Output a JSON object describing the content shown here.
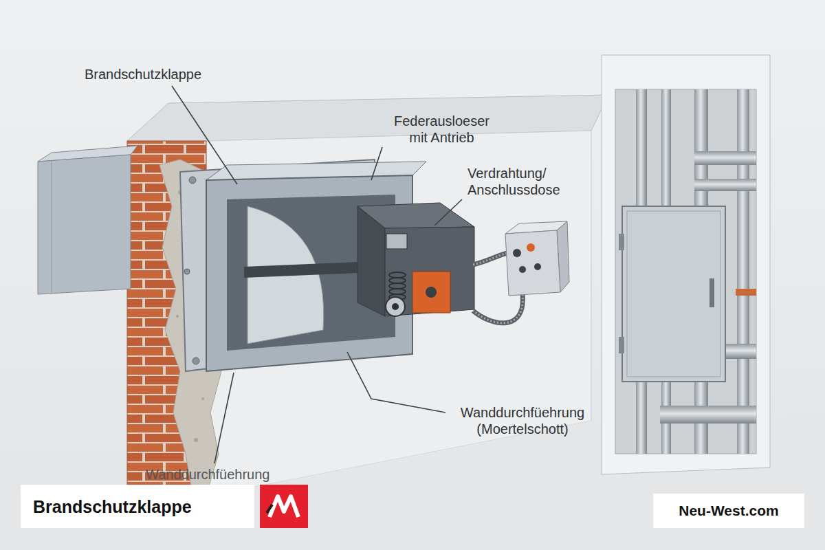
{
  "diagram": {
    "title": "Brandschutzklappe",
    "labels": [
      "Brandschutzklappe",
      "Federausloeser mit Antrieb",
      "Verdrahtung/ Anschlussdose",
      "Wanddurchfüehrung (Moertelschott)",
      "Wanddurchfüehrung",
      "Neu-West.com"
    ]
  }
}
